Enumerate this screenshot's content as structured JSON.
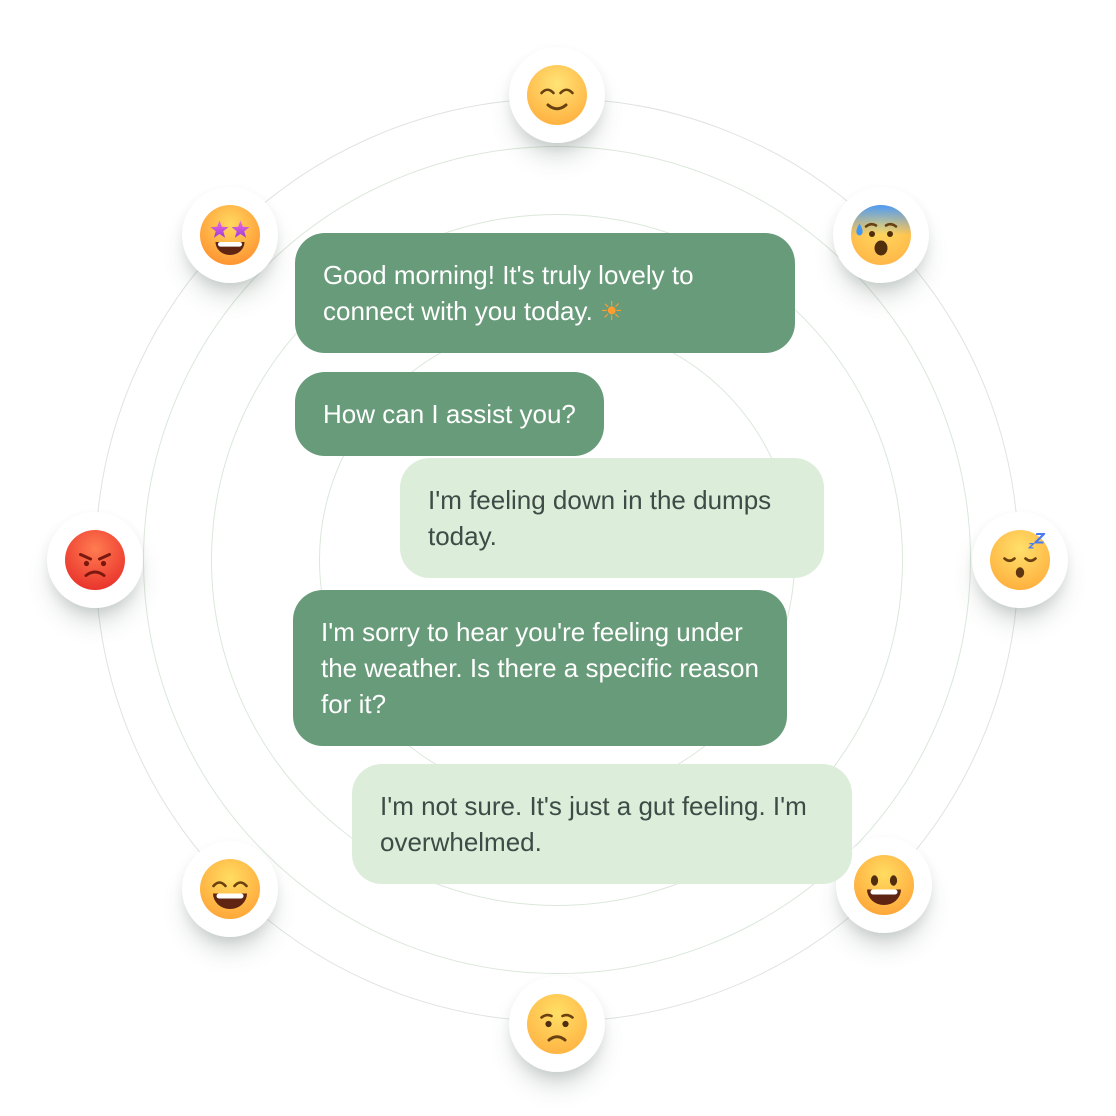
{
  "illustration": {
    "title": "emotion chat illustration"
  },
  "conversation": {
    "messages": [
      {
        "role": "bot",
        "text": "Good morning! It's truly lovely to connect with you today.",
        "emoji": "☀"
      },
      {
        "role": "bot",
        "text": "How can I assist you?"
      },
      {
        "role": "user",
        "text": "I'm feeling down in the dumps today."
      },
      {
        "role": "bot",
        "text": "I'm sorry to hear you're feeling under the weather. Is there a specific reason for it?"
      },
      {
        "role": "user",
        "text": "I'm not sure. It's just a gut feeling. I'm overwhelmed."
      }
    ]
  },
  "emojis": [
    {
      "id": "relieved-face",
      "icon": "relieved-face-emoji-icon",
      "label": "relieved face"
    },
    {
      "id": "star-struck",
      "icon": "star-struck-emoji-icon",
      "label": "star-struck face"
    },
    {
      "id": "anxious-face-with-sweat",
      "icon": "anxious-face-with-sweat-emoji-icon",
      "label": "anxious face with sweat"
    },
    {
      "id": "enraged-face",
      "icon": "enraged-face-emoji-icon",
      "label": "enraged face"
    },
    {
      "id": "sleeping-face",
      "icon": "sleeping-face-emoji-icon",
      "label": "sleeping face",
      "overlay_text": "zZ"
    },
    {
      "id": "grinning-face-with-smiling-eyes",
      "icon": "grinning-face-with-smiling-eyes-emoji-icon",
      "label": "grinning face with smiling eyes"
    },
    {
      "id": "grinning-face-with-big-eyes",
      "icon": "grinning-face-with-big-eyes-emoji-icon",
      "label": "grinning face with big eyes"
    },
    {
      "id": "worried-face",
      "icon": "worried-face-emoji-icon",
      "label": "worried face"
    }
  ],
  "colors": {
    "bot_bubble": "#689b7a",
    "bot_text": "#ffffff",
    "user_bubble": "#dcedda",
    "user_text": "#3e4b46",
    "ring": "#dbe7db",
    "background": "#ffffff"
  }
}
